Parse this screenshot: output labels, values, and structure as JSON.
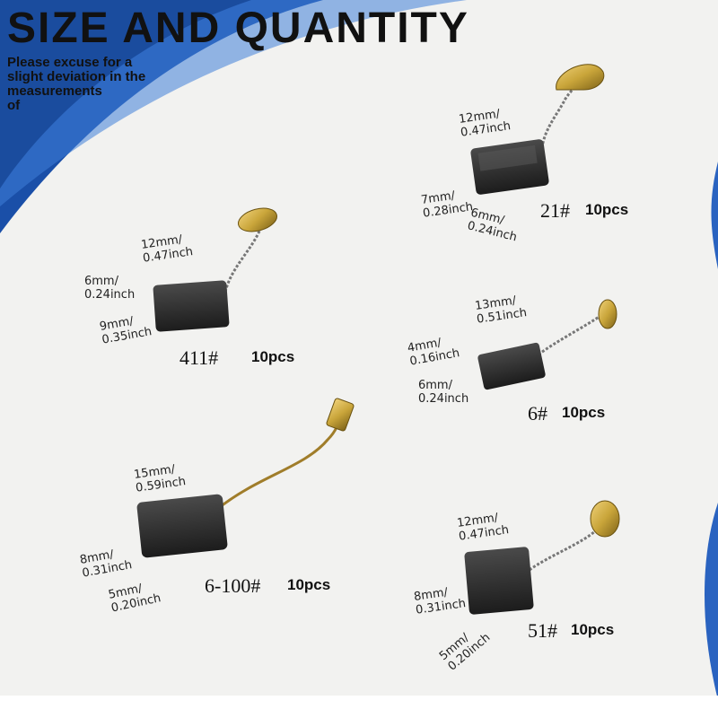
{
  "header": {
    "title": "SIZE AND QUANTITY",
    "disclaimer_lines": [
      "Please excuse for a",
      "slight deviation in the",
      "measurements",
      "of"
    ]
  },
  "colors": {
    "background": "#f2f2f0",
    "blue_band_dark": "#1a4fa8",
    "blue_band_light": "#3f7fd8",
    "carbon": "#2a2a2a",
    "brass": "#c9a53a"
  },
  "products": {
    "p21": {
      "code": "21#",
      "qty": "10pcs",
      "dim_a": [
        "12mm/",
        "0.47inch"
      ],
      "dim_b": [
        "7mm/",
        "0.28inch"
      ],
      "dim_c": [
        "6mm/",
        "0.24inch"
      ]
    },
    "p411": {
      "code": "411#",
      "qty": "10pcs",
      "dim_a": [
        "12mm/",
        "0.47inch"
      ],
      "dim_b": [
        "6mm/",
        "0.24inch"
      ],
      "dim_c": [
        "9mm/",
        "0.35inch"
      ]
    },
    "p6": {
      "code": "6#",
      "qty": "10pcs",
      "dim_a": [
        "13mm/",
        "0.51inch"
      ],
      "dim_b": [
        "4mm/",
        "0.16inch"
      ],
      "dim_c": [
        "6mm/",
        "0.24inch"
      ]
    },
    "p6100": {
      "code": "6-100#",
      "qty": "10pcs",
      "dim_a": [
        "15mm/",
        "0.59inch"
      ],
      "dim_b": [
        "8mm/",
        "0.31inch"
      ],
      "dim_c": [
        "5mm/",
        "0.20inch"
      ]
    },
    "p51": {
      "code": "51#",
      "qty": "10pcs",
      "dim_a": [
        "12mm/",
        "0.47inch"
      ],
      "dim_b": [
        "8mm/",
        "0.31inch"
      ],
      "dim_c": [
        "5mm/",
        "0.20inch"
      ]
    }
  }
}
